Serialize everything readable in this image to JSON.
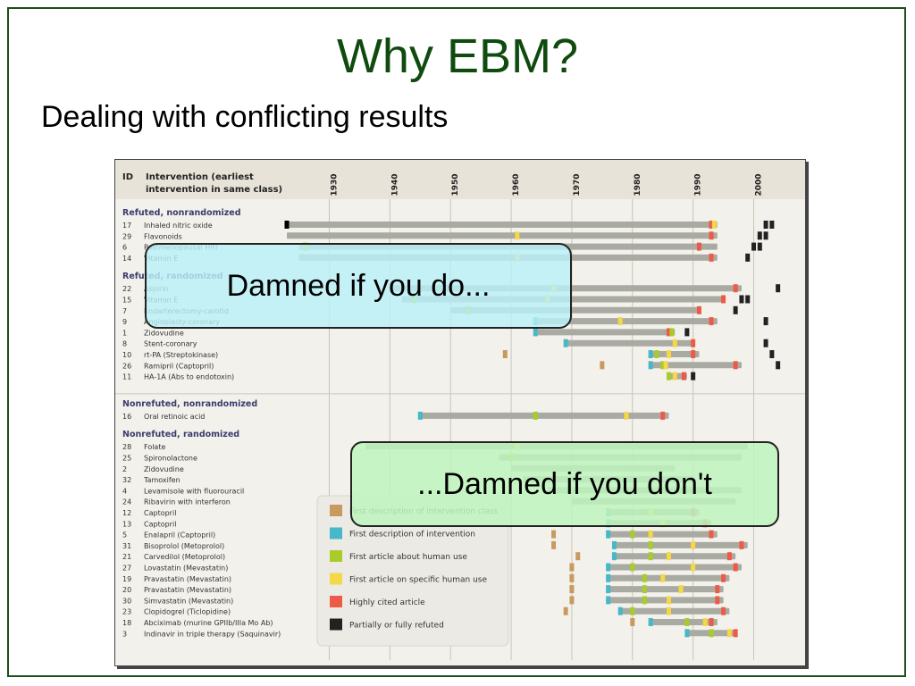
{
  "slide": {
    "title": "Why EBM?",
    "subtitle": "Dealing with conflicting results"
  },
  "callouts": {
    "damned_do": "Damned if you do...",
    "damned_dont": "...Damned if you don't"
  },
  "figure": {
    "header_id": "ID",
    "header_intervention_line1": "Intervention (earliest",
    "header_intervention_line2": "intervention in same class)",
    "axis_years": [
      1930,
      1940,
      1950,
      1960,
      1970,
      1980,
      1990,
      2000
    ],
    "year_range": [
      1923,
      2007
    ],
    "groups": [
      {
        "label": "Refuted, nonrandomized",
        "rows": [
          {
            "id": "17",
            "name": "Inhaled nitric oxide",
            "bar": [
              1923,
              1994
            ],
            "markers": [
              [
                "first_desc",
                1923
              ],
              [
                "cited",
                1993
              ],
              [
                "specific",
                1993.5
              ]
            ],
            "refuted": [
              2002,
              2003
            ]
          },
          {
            "id": "29",
            "name": "Flavonoids",
            "bar": [
              1923,
              1994
            ],
            "markers": [
              [
                "specific",
                1961
              ],
              [
                "cited",
                1993
              ]
            ],
            "refuted": [
              2001,
              2002
            ]
          },
          {
            "id": "6",
            "name": "Postmenopausal HRT",
            "bar": [
              1925,
              1994
            ],
            "markers": [
              [
                "human",
                1926
              ],
              [
                "cited",
                1991
              ]
            ],
            "refuted": [
              2000,
              2001
            ]
          },
          {
            "id": "14",
            "name": "Vitamin E",
            "bar": [
              1925,
              1994
            ],
            "markers": [
              [
                "specific",
                1961
              ],
              [
                "cited",
                1993
              ]
            ],
            "refuted": [
              1999
            ]
          }
        ]
      },
      {
        "label": "Refuted, randomized",
        "rows": [
          {
            "id": "22",
            "name": "Aspirin",
            "bar": [
              1940,
              1998
            ],
            "markers": [
              [
                "specific",
                1967
              ],
              [
                "cited",
                1997
              ]
            ],
            "refuted": [
              2004
            ]
          },
          {
            "id": "15",
            "name": "Vitamin E",
            "bar": [
              1942,
              1995
            ],
            "markers": [
              [
                "human",
                1944
              ],
              [
                "specific",
                1966
              ],
              [
                "cited",
                1995
              ]
            ],
            "refuted": [
              1998,
              1999
            ]
          },
          {
            "id": "7",
            "name": "Endarterectomy-carotid",
            "bar": [
              1950,
              1991
            ],
            "markers": [
              [
                "human",
                1953
              ],
              [
                "cited",
                1991
              ]
            ],
            "refuted": [
              1997
            ]
          },
          {
            "id": "9",
            "name": "Angioplasty-coronary",
            "bar": [
              1964,
              1994
            ],
            "markers": [
              [
                "first_intv",
                1964
              ],
              [
                "specific",
                1978
              ],
              [
                "cited",
                1993
              ]
            ],
            "refuted": [
              2002
            ]
          },
          {
            "id": "1",
            "name": "Zidovudine",
            "bar": [
              1964,
              1987
            ],
            "markers": [
              [
                "first_intv",
                1964
              ],
              [
                "cited",
                1986
              ],
              [
                "human",
                1986.5
              ]
            ],
            "refuted": [
              1989
            ]
          },
          {
            "id": "8",
            "name": "Stent-coronary",
            "bar": [
              1969,
              1990
            ],
            "markers": [
              [
                "first_intv",
                1969
              ],
              [
                "specific",
                1987
              ],
              [
                "cited",
                1990
              ]
            ],
            "refuted": [
              2002
            ]
          },
          {
            "id": "10",
            "name": "rt-PA (Streptokinase)",
            "bar": [
              1983,
              1991
            ],
            "markers": [
              [
                "first_intv",
                1983
              ],
              [
                "human",
                1984
              ],
              [
                "specific",
                1986
              ],
              [
                "cited",
                1990
              ]
            ],
            "refuted": [
              2003
            ]
          },
          {
            "id": "26",
            "name": "Ramipril (Captopril)",
            "bar": [
              1983,
              1998
            ],
            "markers": [
              [
                "first_intv",
                1983
              ],
              [
                "human",
                1985
              ],
              [
                "specific",
                1985.5
              ],
              [
                "cited",
                1997
              ]
            ],
            "refuted": [
              2004
            ]
          },
          {
            "id": "11",
            "name": "HA-1A (Abs to endotoxin)",
            "bar": [
              1986,
              1989
            ],
            "markers": [
              [
                "human",
                1986
              ],
              [
                "specific",
                1987
              ],
              [
                "cited",
                1988.5
              ]
            ],
            "refuted": [
              1990
            ]
          }
        ]
      },
      {
        "label": "Nonrefuted, nonrandomized",
        "rows": [
          {
            "id": "16",
            "name": "Oral retinoic acid",
            "bar": [
              1945,
              1986
            ],
            "markers": [
              [
                "first_intv",
                1945
              ],
              [
                "human",
                1964
              ],
              [
                "specific",
                1979
              ],
              [
                "cited",
                1985
              ]
            ],
            "refuted": []
          }
        ]
      },
      {
        "label": "Nonrefuted, randomized",
        "rows": [
          {
            "id": "28",
            "name": "Folate",
            "bar": [
              1936,
              1999
            ],
            "markers": [
              [
                "specific",
                1961
              ]
            ],
            "refuted": []
          },
          {
            "id": "25",
            "name": "Spironolactone",
            "bar": [
              1958,
              1998
            ],
            "markers": [
              [
                "human",
                1960
              ]
            ],
            "refuted": []
          },
          {
            "id": "2",
            "name": "Zidovudine",
            "bar": [
              1960,
              1987
            ],
            "markers": [],
            "refuted": []
          },
          {
            "id": "32",
            "name": "Tamoxifen",
            "bar": [
              1962,
              1990
            ],
            "markers": [],
            "refuted": []
          },
          {
            "id": "4",
            "name": "Levamisole with fluorouracil",
            "bar": [
              1966,
              1998
            ],
            "markers": [],
            "refuted": []
          },
          {
            "id": "24",
            "name": "Ribavirin with interferon",
            "bar": [
              1970,
              1997
            ],
            "markers": [],
            "refuted": []
          },
          {
            "id": "12",
            "name": "Captopril",
            "bar": [
              1976,
              1991
            ],
            "markers": [
              [
                "first_intv",
                1976
              ],
              [
                "specific",
                1983
              ],
              [
                "cited",
                1990
              ]
            ],
            "refuted": []
          },
          {
            "id": "13",
            "name": "Captopril",
            "bar": [
              1976,
              1993
            ],
            "markers": [
              [
                "first_intv",
                1976
              ],
              [
                "specific",
                1985
              ],
              [
                "cited",
                1992
              ]
            ],
            "refuted": []
          },
          {
            "id": "5",
            "name": "Enalapril (Captopril)",
            "bar": [
              1976,
              1994
            ],
            "markers": [
              [
                "first_intv",
                1976
              ],
              [
                "human",
                1980
              ],
              [
                "specific",
                1983
              ],
              [
                "cited",
                1993
              ]
            ],
            "refuted": []
          },
          {
            "id": "31",
            "name": "Bisoprolol (Metoprolol)",
            "bar": [
              1977,
              1999
            ],
            "markers": [
              [
                "first_intv",
                1977
              ],
              [
                "human",
                1983
              ],
              [
                "specific",
                1990
              ],
              [
                "cited",
                1998
              ]
            ],
            "refuted": []
          },
          {
            "id": "21",
            "name": "Carvedilol (Metoprolol)",
            "bar": [
              1977,
              1997
            ],
            "markers": [
              [
                "first_intv",
                1977
              ],
              [
                "human",
                1983
              ],
              [
                "specific",
                1986
              ],
              [
                "cited",
                1996
              ]
            ],
            "refuted": []
          },
          {
            "id": "27",
            "name": "Lovastatin (Mevastatin)",
            "bar": [
              1976,
              1998
            ],
            "markers": [
              [
                "first_intv",
                1976
              ],
              [
                "human",
                1980
              ],
              [
                "specific",
                1990
              ],
              [
                "cited",
                1997
              ]
            ],
            "refuted": []
          },
          {
            "id": "19",
            "name": "Pravastatin (Mevastatin)",
            "bar": [
              1976,
              1996
            ],
            "markers": [
              [
                "first_intv",
                1976
              ],
              [
                "human",
                1982
              ],
              [
                "specific",
                1985
              ],
              [
                "cited",
                1995
              ]
            ],
            "refuted": []
          },
          {
            "id": "20",
            "name": "Pravastatin (Mevastatin)",
            "bar": [
              1976,
              1995
            ],
            "markers": [
              [
                "first_intv",
                1976
              ],
              [
                "human",
                1982
              ],
              [
                "specific",
                1988
              ],
              [
                "cited",
                1994
              ]
            ],
            "refuted": []
          },
          {
            "id": "30",
            "name": "Simvastatin (Mevastatin)",
            "bar": [
              1976,
              1995
            ],
            "markers": [
              [
                "first_intv",
                1976
              ],
              [
                "human",
                1982
              ],
              [
                "specific",
                1986
              ],
              [
                "cited",
                1994
              ]
            ],
            "refuted": []
          },
          {
            "id": "23",
            "name": "Clopidogrel (Ticlopidine)",
            "bar": [
              1978,
              1996
            ],
            "markers": [
              [
                "first_intv",
                1978
              ],
              [
                "human",
                1980
              ],
              [
                "specific",
                1986
              ],
              [
                "cited",
                1995
              ]
            ],
            "refuted": []
          },
          {
            "id": "18",
            "name": "Abciximab (murine GPIIb/IIIa Mo Ab)",
            "bar": [
              1983,
              1994
            ],
            "markers": [
              [
                "first_intv",
                1983
              ],
              [
                "human",
                1989
              ],
              [
                "specific",
                1992
              ],
              [
                "cited",
                1993
              ]
            ],
            "refuted": []
          },
          {
            "id": "3",
            "name": "Indinavir in triple therapy (Saquinavir)",
            "bar": [
              1989,
              1997
            ],
            "markers": [
              [
                "first_intv",
                1989
              ],
              [
                "human",
                1993
              ],
              [
                "specific",
                1996
              ],
              [
                "cited",
                1997
              ]
            ],
            "refuted": []
          }
        ]
      }
    ],
    "class_marks": [
      {
        "row": "10",
        "year": 1959
      },
      {
        "row": "26",
        "year": 1975
      },
      {
        "row": "5",
        "year": 1967
      },
      {
        "row": "31",
        "year": 1967
      },
      {
        "row": "21",
        "year": 1971
      },
      {
        "row": "27",
        "year": 1970
      },
      {
        "row": "19",
        "year": 1970
      },
      {
        "row": "20",
        "year": 1970
      },
      {
        "row": "30",
        "year": 1970
      },
      {
        "row": "23",
        "year": 1969
      },
      {
        "row": "18",
        "year": 1980
      }
    ],
    "legend": [
      {
        "key": "first_class",
        "label": "First description of intervention class",
        "color": "#c89a5e"
      },
      {
        "key": "first_intv",
        "label": "First description of intervention",
        "color": "#46b8c8"
      },
      {
        "key": "human",
        "label": "First article about human use",
        "color": "#a8cc2a"
      },
      {
        "key": "specific",
        "label": "First article on specific human use",
        "color": "#f4d848"
      },
      {
        "key": "cited",
        "label": "Highly cited article",
        "color": "#ee5a48"
      },
      {
        "key": "refuted",
        "label": "Partially or fully refuted",
        "color": "#222222"
      }
    ],
    "bar_color": "#a9aaa2",
    "group_label_color": "#3b3b6b"
  }
}
